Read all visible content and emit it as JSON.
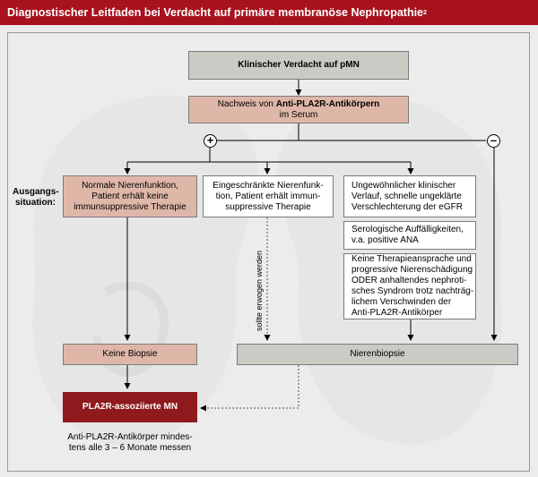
{
  "header": {
    "title": "Diagnostischer Leitfaden bei Verdacht auf primäre membranöse Nephropathie",
    "footnote": "2"
  },
  "colors": {
    "header": "#a7121e",
    "grey_box": "#cccac5",
    "salmon_box": "#dfb7a8",
    "final_box": "#8f1a1e",
    "panel": "#ececec"
  },
  "boxes": {
    "suspicion": "Klinischer Verdacht auf pMN",
    "antibody_prefix": "Nachweis von ",
    "antibody_bold": "Anti-PLA2R-Antikörpern",
    "antibody_suffix": "im Serum",
    "normal_function": [
      "Normale Nierenfunktion,",
      "Patient erhält keine",
      "immunsuppressive Therapie"
    ],
    "reduced_function": [
      "Eingeschränkte Nierenfunk-",
      "tion, Patient erhält immun-",
      "suppressive Therapie"
    ],
    "unusual_course": [
      "Ungewöhnlicher klinischer",
      "Verlauf, schnelle ungeklärte",
      "Verschlechterung der eGFR"
    ],
    "serology": [
      "Serologische Auffälligkeiten,",
      "v.a. positive ANA"
    ],
    "no_response": [
      "Keine Therapieansprache und",
      "progressive Nierenschädigung",
      "ODER anhaltendes nephroti-",
      "sches Syndrom trotz nachträg-",
      "lichem Verschwinden der",
      "Anti-PLA2R-Antikörper"
    ],
    "no_biopsy": "Keine Biopsie",
    "biopsy": "Nierenbiopsie",
    "result": "PLA2R-assoziierte MN"
  },
  "labels": {
    "situation": [
      "Ausgangs-",
      "situation:"
    ],
    "should_consider": "sollte erwogen werden",
    "plus": "+",
    "minus": "–",
    "followup": [
      "Anti-PLA2R-Antikörper mindes-",
      "tens alle 3 – 6 Monate messen"
    ]
  }
}
